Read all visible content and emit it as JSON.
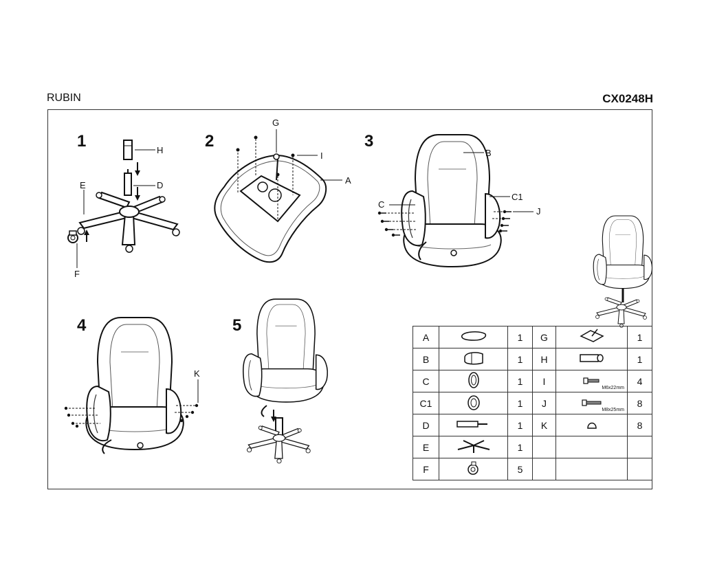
{
  "header": {
    "title": "RUBIN",
    "code": "CX0248H"
  },
  "steps": [
    "1",
    "2",
    "3",
    "4",
    "5"
  ],
  "callouts": {
    "H": "H",
    "D": "D",
    "E": "E",
    "F": "F",
    "G": "G",
    "I": "I",
    "A": "A",
    "B": "B",
    "C1": "C1",
    "C": "C",
    "J": "J",
    "K": "K"
  },
  "parts": [
    {
      "left": {
        "letter": "A",
        "icon": "seat-icon",
        "qty": "1"
      },
      "right": {
        "letter": "G",
        "icon": "mechanism-icon",
        "qty": "1",
        "size": ""
      }
    },
    {
      "left": {
        "letter": "B",
        "icon": "backrest-icon",
        "qty": "1"
      },
      "right": {
        "letter": "H",
        "icon": "gas-cover-icon",
        "qty": "1",
        "size": ""
      }
    },
    {
      "left": {
        "letter": "C",
        "icon": "armrest-left-icon",
        "qty": "1"
      },
      "right": {
        "letter": "I",
        "icon": "bolt-short-icon",
        "qty": "4",
        "size": "M6x22mm"
      }
    },
    {
      "left": {
        "letter": "C1",
        "icon": "armrest-right-icon",
        "qty": "1"
      },
      "right": {
        "letter": "J",
        "icon": "bolt-long-icon",
        "qty": "8",
        "size": "M8x25mm"
      }
    },
    {
      "left": {
        "letter": "D",
        "icon": "gas-lift-icon",
        "qty": "1"
      },
      "right": {
        "letter": "K",
        "icon": "cap-icon",
        "qty": "8",
        "size": ""
      }
    },
    {
      "left": {
        "letter": "E",
        "icon": "base-icon",
        "qty": "1"
      },
      "right": {
        "letter": "",
        "icon": "",
        "qty": "",
        "size": ""
      }
    },
    {
      "left": {
        "letter": "F",
        "icon": "caster-icon",
        "qty": "5"
      },
      "right": {
        "letter": "",
        "icon": "",
        "qty": "",
        "size": ""
      }
    }
  ]
}
